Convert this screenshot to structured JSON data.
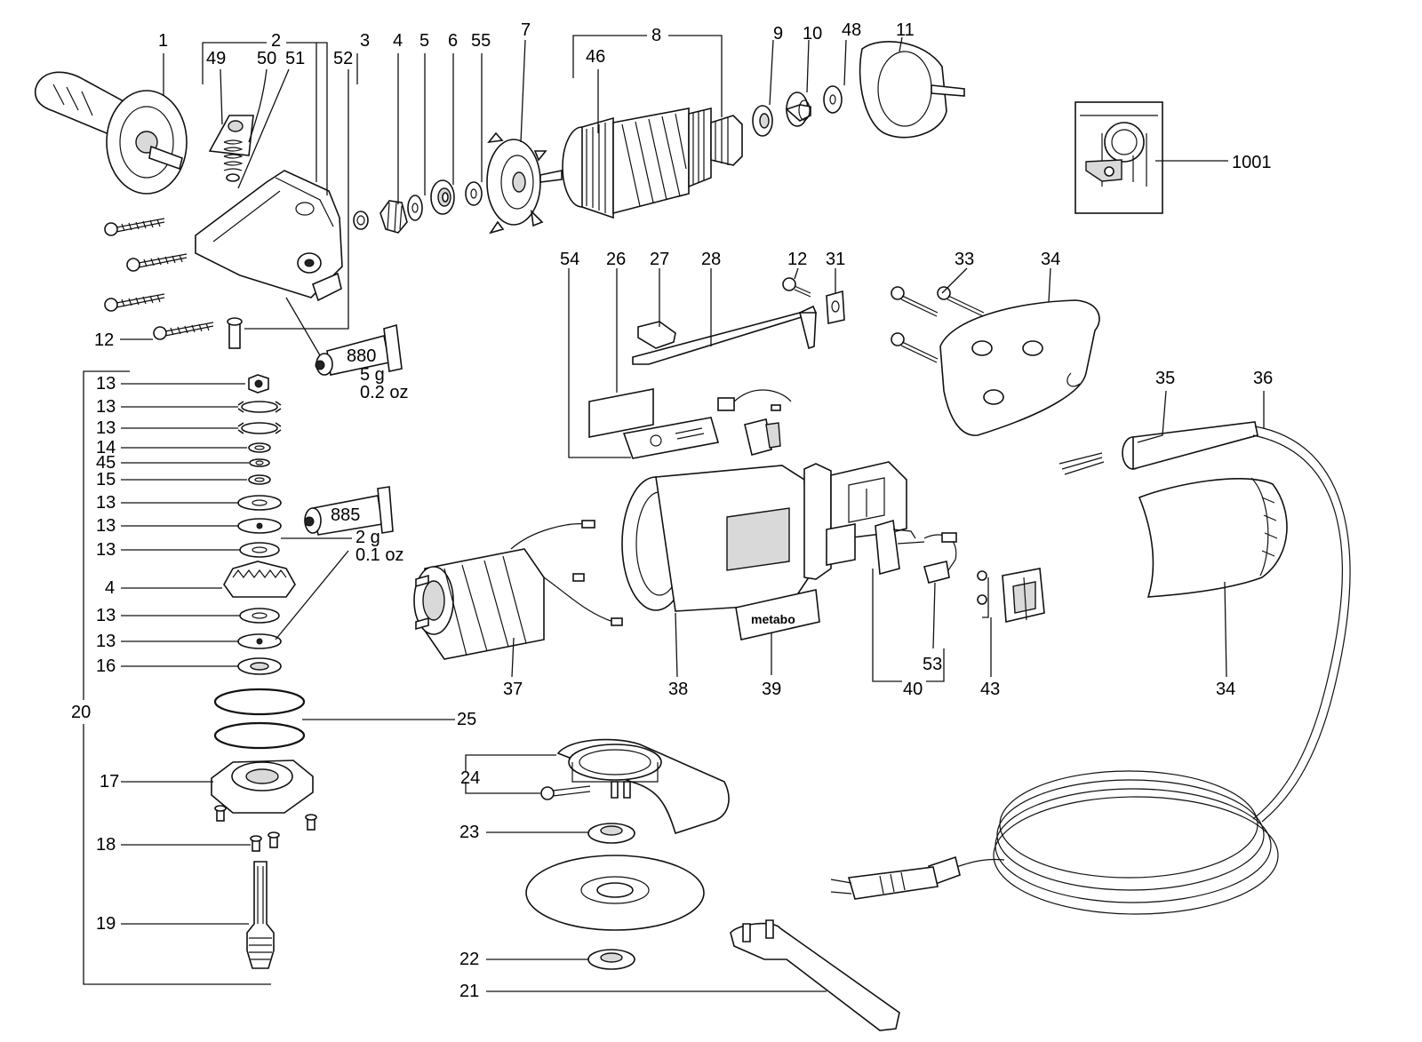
{
  "labels": {
    "l1": "1",
    "l2": "2",
    "l3": "3",
    "l4a": "4",
    "l5": "5",
    "l6": "6",
    "l55": "55",
    "l7": "7",
    "l8": "8",
    "l9": "9",
    "l10": "10",
    "l48": "48",
    "l11": "11",
    "l46": "46",
    "l49": "49",
    "l50": "50",
    "l51": "51",
    "l52": "52",
    "l12a": "12",
    "l1001": "1001",
    "l54": "54",
    "l26": "26",
    "l27": "27",
    "l28": "28",
    "l12b": "12",
    "l31": "31",
    "l33": "33",
    "l34a": "34",
    "l35": "35",
    "l36": "36",
    "l34b": "34",
    "l20": "20",
    "s13a": "13",
    "s13b": "13",
    "s13c": "13",
    "s14": "14",
    "s45": "45",
    "s15": "15",
    "s13d": "13",
    "s13e": "13",
    "s13f": "13",
    "s4": "4",
    "s13g": "13",
    "s13h": "13",
    "s16": "16",
    "l25": "25",
    "l17": "17",
    "l18": "18",
    "l19": "19",
    "l37": "37",
    "l38": "38",
    "l39": "39",
    "l40": "40",
    "l53": "53",
    "l43": "43",
    "l24": "24",
    "l23": "23",
    "l22": "22",
    "l21": "21"
  },
  "tubes": {
    "grease_880": {
      "code": "880",
      "weight": "5 g",
      "weight_oz": "0.2 oz"
    },
    "grease_885": {
      "code": "885",
      "weight": "2 g",
      "weight_oz": "0.1 oz"
    }
  },
  "brand_label": "metabo"
}
